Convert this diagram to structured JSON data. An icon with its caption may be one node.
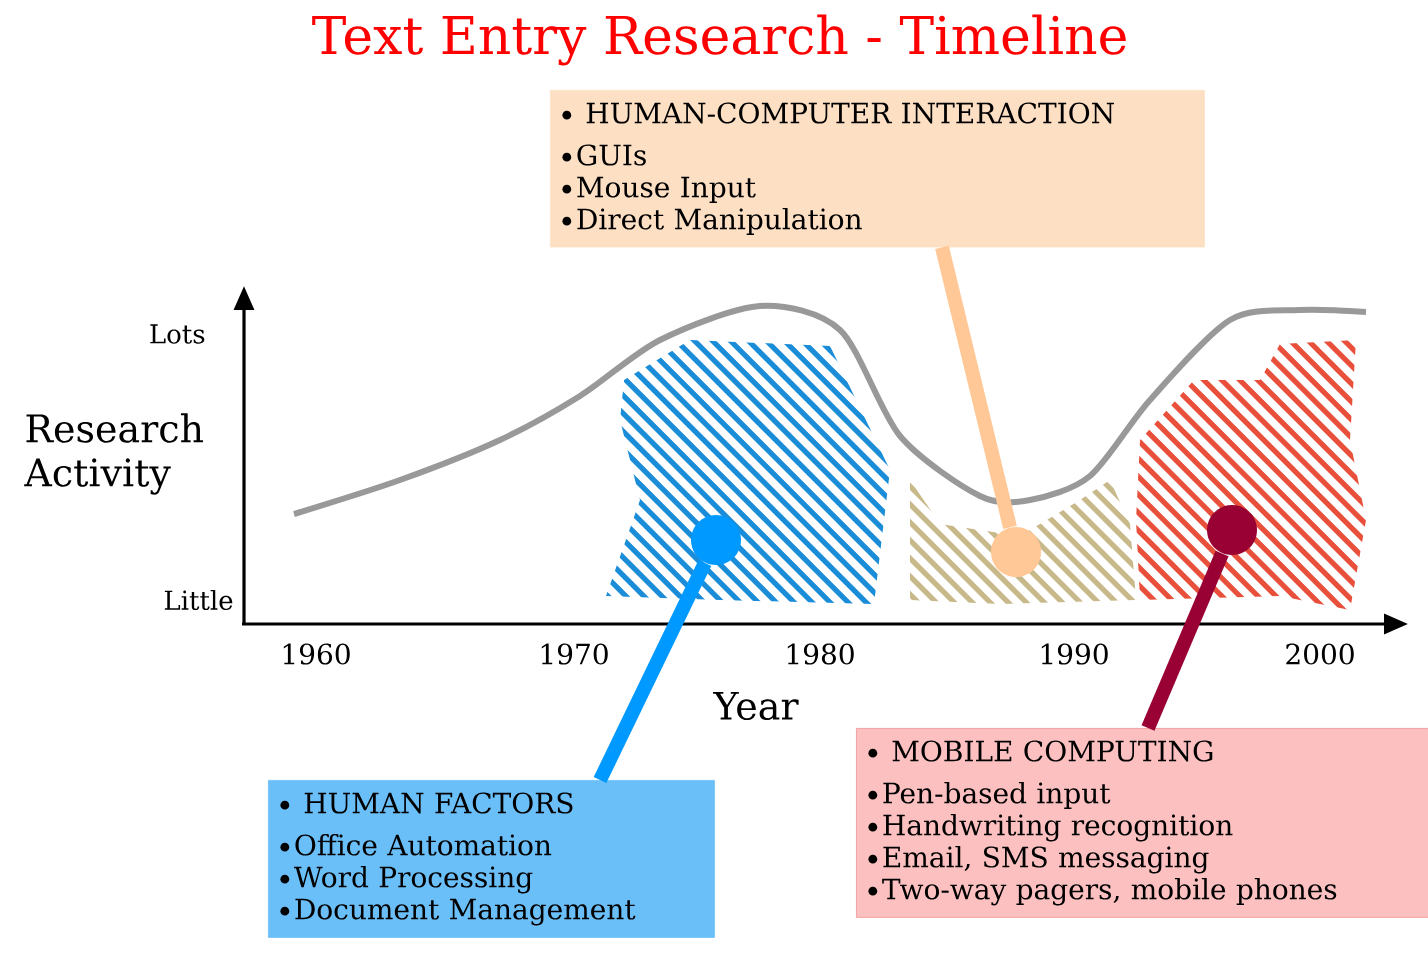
{
  "diagram": {
    "title": "Text Entry Research - Timeline",
    "nodes": [
      {
        "text": [
          "HUMAN-COMPUTER INTERACTION",
          "GUIs",
          "Mouse Input",
          "Direct Manipulation"
        ]
      },
      {
        "text": [],
        "shape": "circle"
      },
      {
        "text": [],
        "shape": "circle"
      },
      {
        "text": [],
        "shape": "circle"
      },
      {
        "text": [
          "HUMAN FACTORS",
          "Office Automation",
          "Word Processing",
          "Document Management"
        ]
      },
      {
        "text": [
          "MOBILE COMPUTING",
          "Pen-based input",
          "Handwriting recognition",
          "Email, SMS messaging",
          "Two-way pagers, mobile phones"
        ]
      }
    ],
    "edges": [
      {
        "from": 0,
        "to": 2,
        "arrow": "none",
        "color": "#ffc896"
      },
      {
        "from": 4,
        "to": 1,
        "arrow": "none",
        "color": "#0099ff"
      },
      {
        "from": 5,
        "to": 3,
        "arrow": "none",
        "color": "#990033"
      }
    ],
    "labels": [
      "Lots",
      "Research Activity",
      "Little",
      "1960",
      "1970",
      "1980",
      "1990",
      "2000",
      "Year"
    ]
  }
}
